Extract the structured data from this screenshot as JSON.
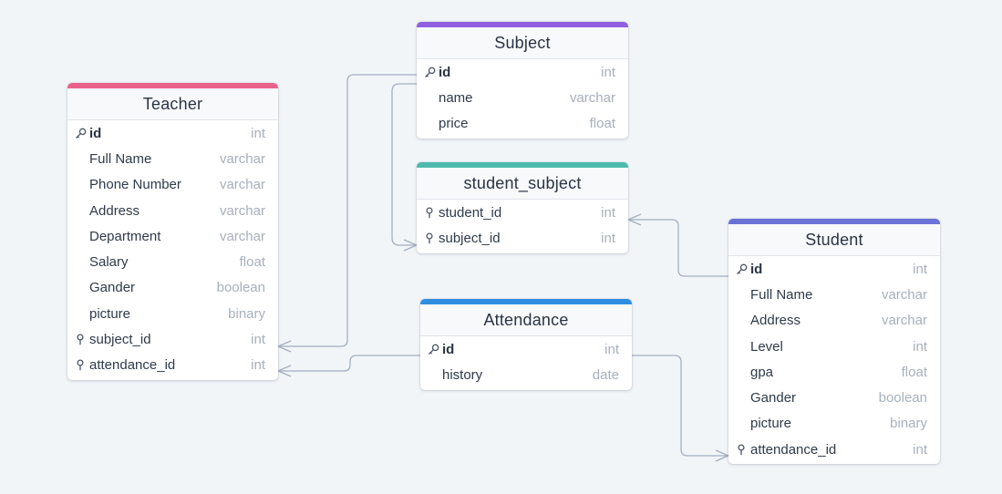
{
  "diagram": {
    "tables": [
      {
        "id": "teacher",
        "name": "Teacher",
        "color": "#e8638c",
        "columns": [
          {
            "name": "id",
            "type": "int",
            "icon": "key-icon",
            "pk": true
          },
          {
            "name": "Full Name",
            "type": "varchar"
          },
          {
            "name": "Phone Number",
            "type": "varchar"
          },
          {
            "name": "Address",
            "type": "varchar"
          },
          {
            "name": "Department",
            "type": "varchar"
          },
          {
            "name": "Salary",
            "type": "float"
          },
          {
            "name": "Gander",
            "type": "boolean"
          },
          {
            "name": "picture",
            "type": "binary"
          },
          {
            "name": "subject_id",
            "type": "int",
            "icon": "foreign-key-icon"
          },
          {
            "name": "attendance_id",
            "type": "int",
            "icon": "foreign-key-icon"
          }
        ]
      },
      {
        "id": "subject",
        "name": "Subject",
        "color": "#8f5fe0",
        "columns": [
          {
            "name": "id",
            "type": "int",
            "icon": "key-icon",
            "pk": true
          },
          {
            "name": "name",
            "type": "varchar"
          },
          {
            "name": "price",
            "type": "float"
          }
        ]
      },
      {
        "id": "student_subject",
        "name": "student_subject",
        "color": "#4dbaae",
        "columns": [
          {
            "name": "student_id",
            "type": "int",
            "icon": "foreign-key-icon"
          },
          {
            "name": "subject_id",
            "type": "int",
            "icon": "foreign-key-icon"
          }
        ]
      },
      {
        "id": "attendance",
        "name": "Attendance",
        "color": "#2f8ee0",
        "columns": [
          {
            "name": "id",
            "type": "int",
            "icon": "key-icon",
            "pk": true
          },
          {
            "name": "history",
            "type": "date"
          }
        ]
      },
      {
        "id": "student",
        "name": "Student",
        "color": "#6a72d6",
        "columns": [
          {
            "name": "id",
            "type": "int",
            "icon": "key-icon",
            "pk": true
          },
          {
            "name": "Full Name",
            "type": "varchar"
          },
          {
            "name": "Address",
            "type": "varchar"
          },
          {
            "name": "Level",
            "type": "int"
          },
          {
            "name": "gpa",
            "type": "float"
          },
          {
            "name": "Gander",
            "type": "boolean"
          },
          {
            "name": "picture",
            "type": "binary"
          },
          {
            "name": "attendance_id",
            "type": "int",
            "icon": "foreign-key-icon"
          }
        ]
      }
    ],
    "relationships": [
      {
        "from": "teacher.subject_id",
        "to": "subject.id",
        "cardinality": "many-to-one"
      },
      {
        "from": "teacher.attendance_id",
        "to": "attendance.id",
        "cardinality": "many-to-one"
      },
      {
        "from": "student_subject.subject_id",
        "to": "subject.id",
        "cardinality": "many-to-one"
      },
      {
        "from": "student_subject.student_id",
        "to": "student.id",
        "cardinality": "many-to-one"
      },
      {
        "from": "student.attendance_id",
        "to": "attendance.id",
        "cardinality": "many-to-one"
      }
    ],
    "link_color": "#a3afbf"
  }
}
